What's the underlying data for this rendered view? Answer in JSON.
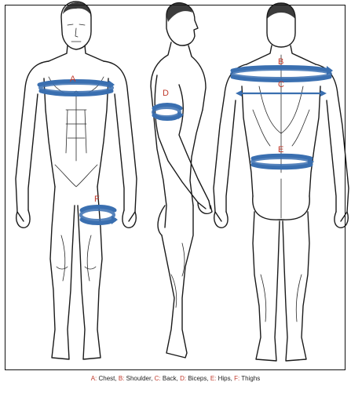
{
  "markers": {
    "a": "A",
    "b": "B",
    "c": "C",
    "d": "D",
    "e": "E",
    "f": "F"
  },
  "legend": [
    {
      "key": "A",
      "label": "Chest"
    },
    {
      "key": "B",
      "label": "Shoulder"
    },
    {
      "key": "C",
      "label": "Back"
    },
    {
      "key": "D",
      "label": "Biceps"
    },
    {
      "key": "E",
      "label": "Hips"
    },
    {
      "key": "F",
      "label": "Thighs"
    }
  ],
  "colors": {
    "tape": "#3a6fb0",
    "marker_text": "#c0392b",
    "outline": "#1a1a1a"
  }
}
